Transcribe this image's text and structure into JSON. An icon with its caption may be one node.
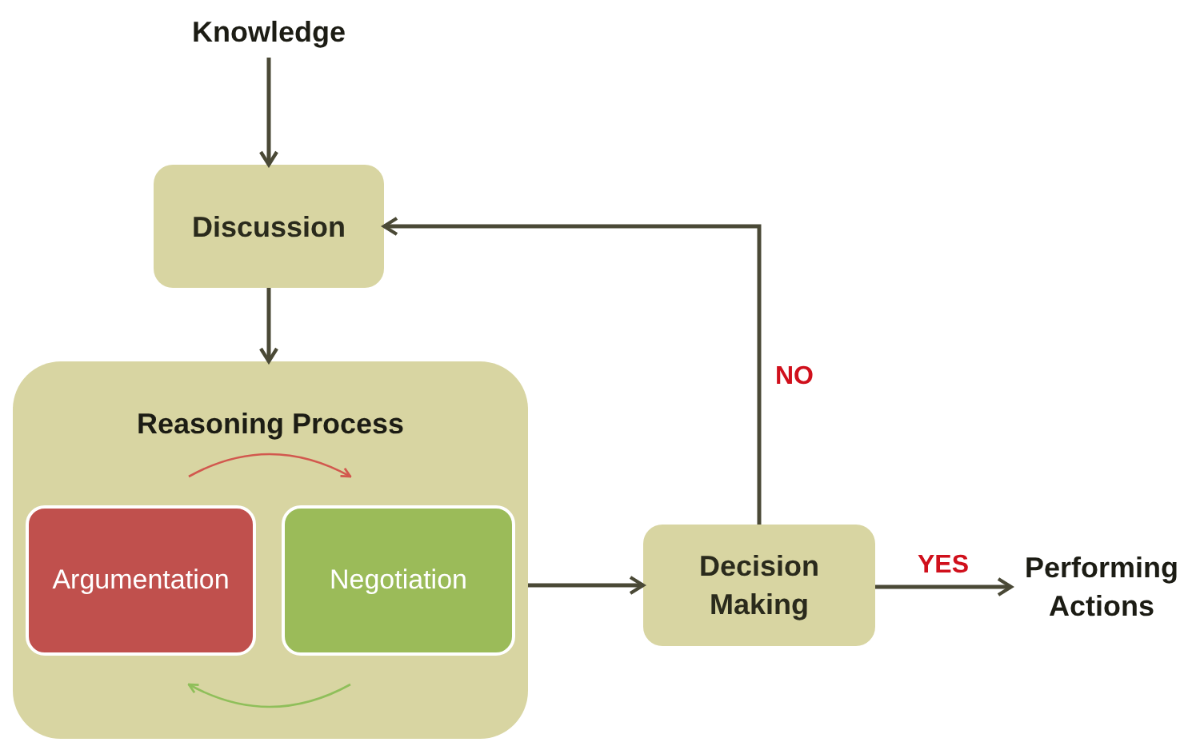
{
  "diagram": {
    "nodes": [
      {
        "text": [
          "Knowledge"
        ]
      },
      {
        "text": [
          "Discussion"
        ]
      },
      {
        "text": [
          "Reasoning Process"
        ]
      },
      {
        "text": [
          "Argumentation"
        ],
        "in": 2
      },
      {
        "text": [
          "Negotiation"
        ],
        "in": 2
      },
      {
        "text": [
          "Decision Making"
        ]
      },
      {
        "text": [
          "Performing Actions"
        ]
      }
    ],
    "edges": [
      {
        "from": 0,
        "to": 1,
        "arrow": "to"
      },
      {
        "from": 1,
        "to": 2,
        "arrow": "to"
      },
      {
        "from": 3,
        "to": 4,
        "arrow": "to",
        "color": "#d2584e"
      },
      {
        "from": 4,
        "to": 3,
        "arrow": "to",
        "color": "#8fbf5a"
      },
      {
        "from": 2,
        "to": 5,
        "arrow": "to"
      },
      {
        "from": 5,
        "to": 1,
        "arrow": "to",
        "label": "NO"
      },
      {
        "from": 5,
        "to": 6,
        "arrow": "to",
        "label": "YES"
      }
    ]
  }
}
